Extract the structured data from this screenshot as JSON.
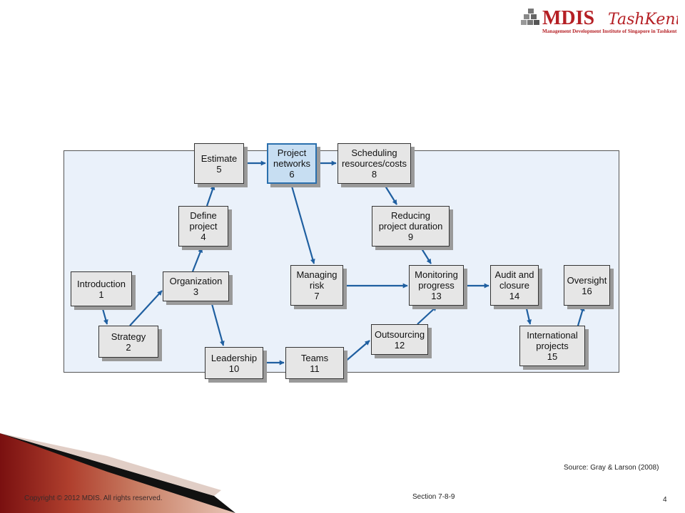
{
  "logo": {
    "brand": "MDIS",
    "script": "TashKent",
    "tagline": "Management Development Institute of Singapore in Tashkent"
  },
  "nodes": [
    {
      "id": "n1",
      "label": "Introduction\n1"
    },
    {
      "id": "n2",
      "label": "Strategy\n2"
    },
    {
      "id": "n3",
      "label": "Organization\n3"
    },
    {
      "id": "n4",
      "label": "Define\nproject\n4"
    },
    {
      "id": "n5",
      "label": "Estimate\n5"
    },
    {
      "id": "n6",
      "label": "Project\nnetworks\n6",
      "highlight": true
    },
    {
      "id": "n7",
      "label": "Managing\nrisk\n7"
    },
    {
      "id": "n8",
      "label": "Scheduling\nresources/costs\n8"
    },
    {
      "id": "n9",
      "label": "Reducing\nproject duration\n9"
    },
    {
      "id": "n10",
      "label": "Leadership\n10"
    },
    {
      "id": "n11",
      "label": "Teams\n11"
    },
    {
      "id": "n12",
      "label": "Outsourcing\n12"
    },
    {
      "id": "n13",
      "label": "Monitoring\nprogress\n13"
    },
    {
      "id": "n14",
      "label": "Audit and\nclosure\n14"
    },
    {
      "id": "n15",
      "label": "International\nprojects\n15"
    },
    {
      "id": "n16",
      "label": "Oversight\n16"
    }
  ],
  "edges": [
    [
      "n1",
      "n2"
    ],
    [
      "n2",
      "n3"
    ],
    [
      "n3",
      "n4"
    ],
    [
      "n4",
      "n5"
    ],
    [
      "n5",
      "n6"
    ],
    [
      "n6",
      "n8"
    ],
    [
      "n6",
      "n7"
    ],
    [
      "n8",
      "n9"
    ],
    [
      "n9",
      "n13"
    ],
    [
      "n7",
      "n13"
    ],
    [
      "n3",
      "n10"
    ],
    [
      "n10",
      "n11"
    ],
    [
      "n11",
      "n12"
    ],
    [
      "n12",
      "n13"
    ],
    [
      "n13",
      "n14"
    ],
    [
      "n14",
      "n15"
    ],
    [
      "n15",
      "n16"
    ]
  ],
  "colors": {
    "arrow": "#1f5fa0",
    "frame_fill": "#eaf1fa",
    "node_fill": "#e6e6e6",
    "highlight_fill": "#c7def2",
    "logo_red": "#b51f24"
  },
  "footer": {
    "source": "Source: Gray & Larson (2008)",
    "copyright": "Copyright © 2012 MDIS. All rights reserved.",
    "section": "Section 7-8-9",
    "page": "4"
  }
}
